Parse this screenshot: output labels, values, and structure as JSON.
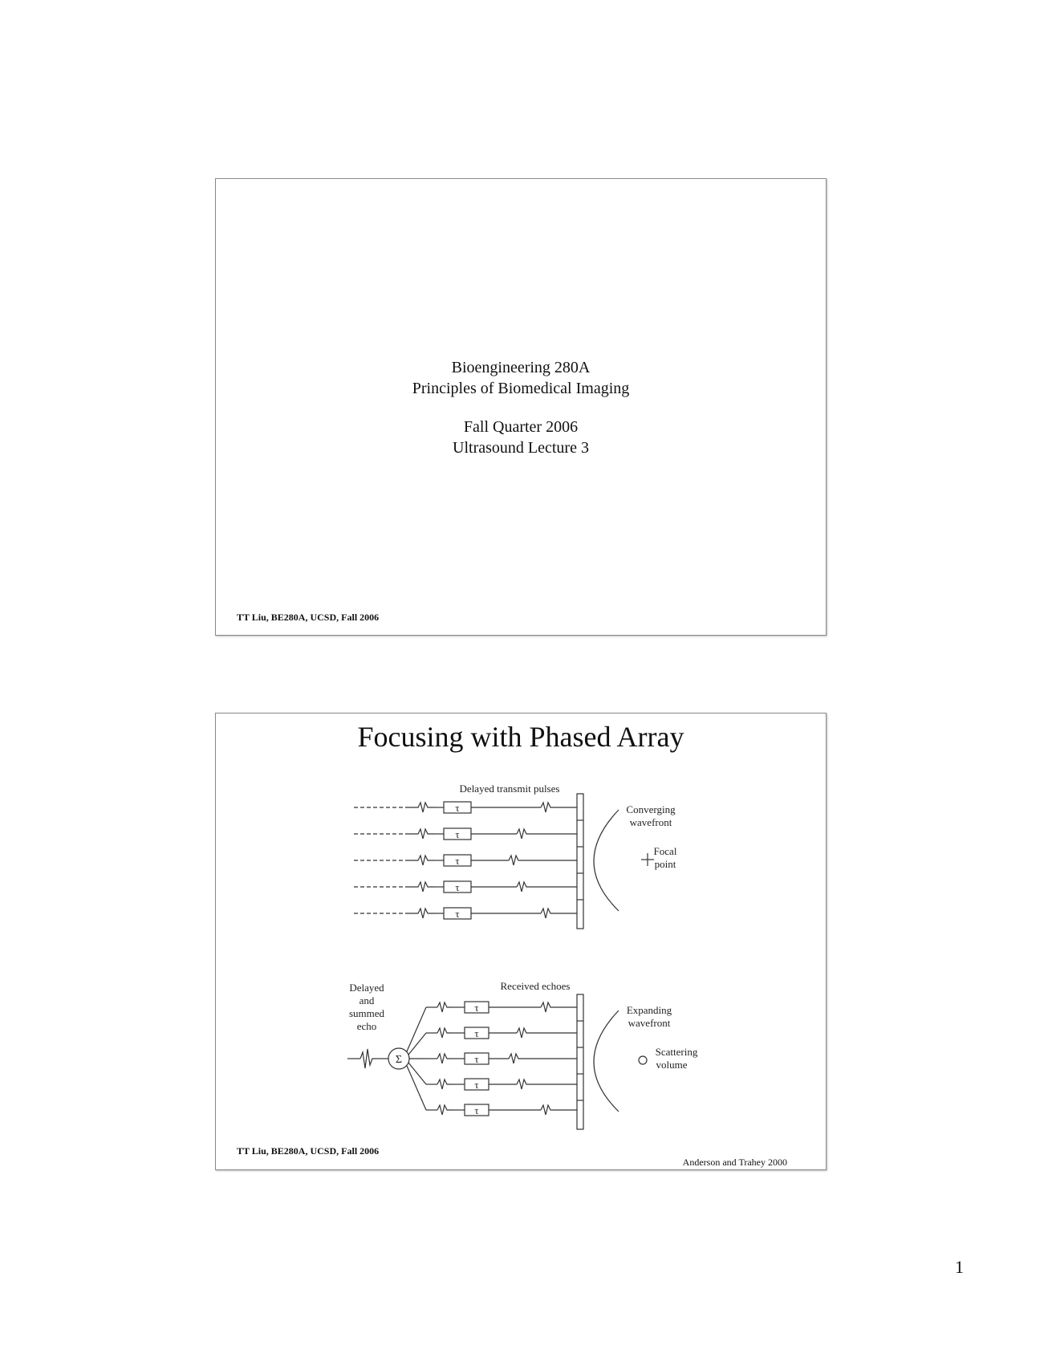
{
  "slide1": {
    "course": "Bioengineering 280A",
    "course_title": "Principles of Biomedical Imaging",
    "term": "Fall Quarter 2006",
    "lecture": "Ultrasound Lecture 3",
    "footer": "TT Liu, BE280A, UCSD, Fall 2006"
  },
  "slide2": {
    "title": "Focusing with Phased Array",
    "footer": "TT Liu, BE280A, UCSD, Fall 2006",
    "credit": "Anderson and Trahey 2000",
    "diagram": {
      "delay_symbol": "τ",
      "sum_symbol": "Σ",
      "transmit_label": "Delayed transmit pulses",
      "converging_1": "Converging",
      "converging_2": "wavefront",
      "focal_1": "Focal",
      "focal_2": "point",
      "received_label": "Received echoes",
      "delayed_1": "Delayed",
      "delayed_2": "and",
      "delayed_3": "summed",
      "delayed_4": "echo",
      "expanding_1": "Expanding",
      "expanding_2": "wavefront",
      "scatter_1": "Scattering",
      "scatter_2": "volume"
    }
  },
  "page_number": "1"
}
